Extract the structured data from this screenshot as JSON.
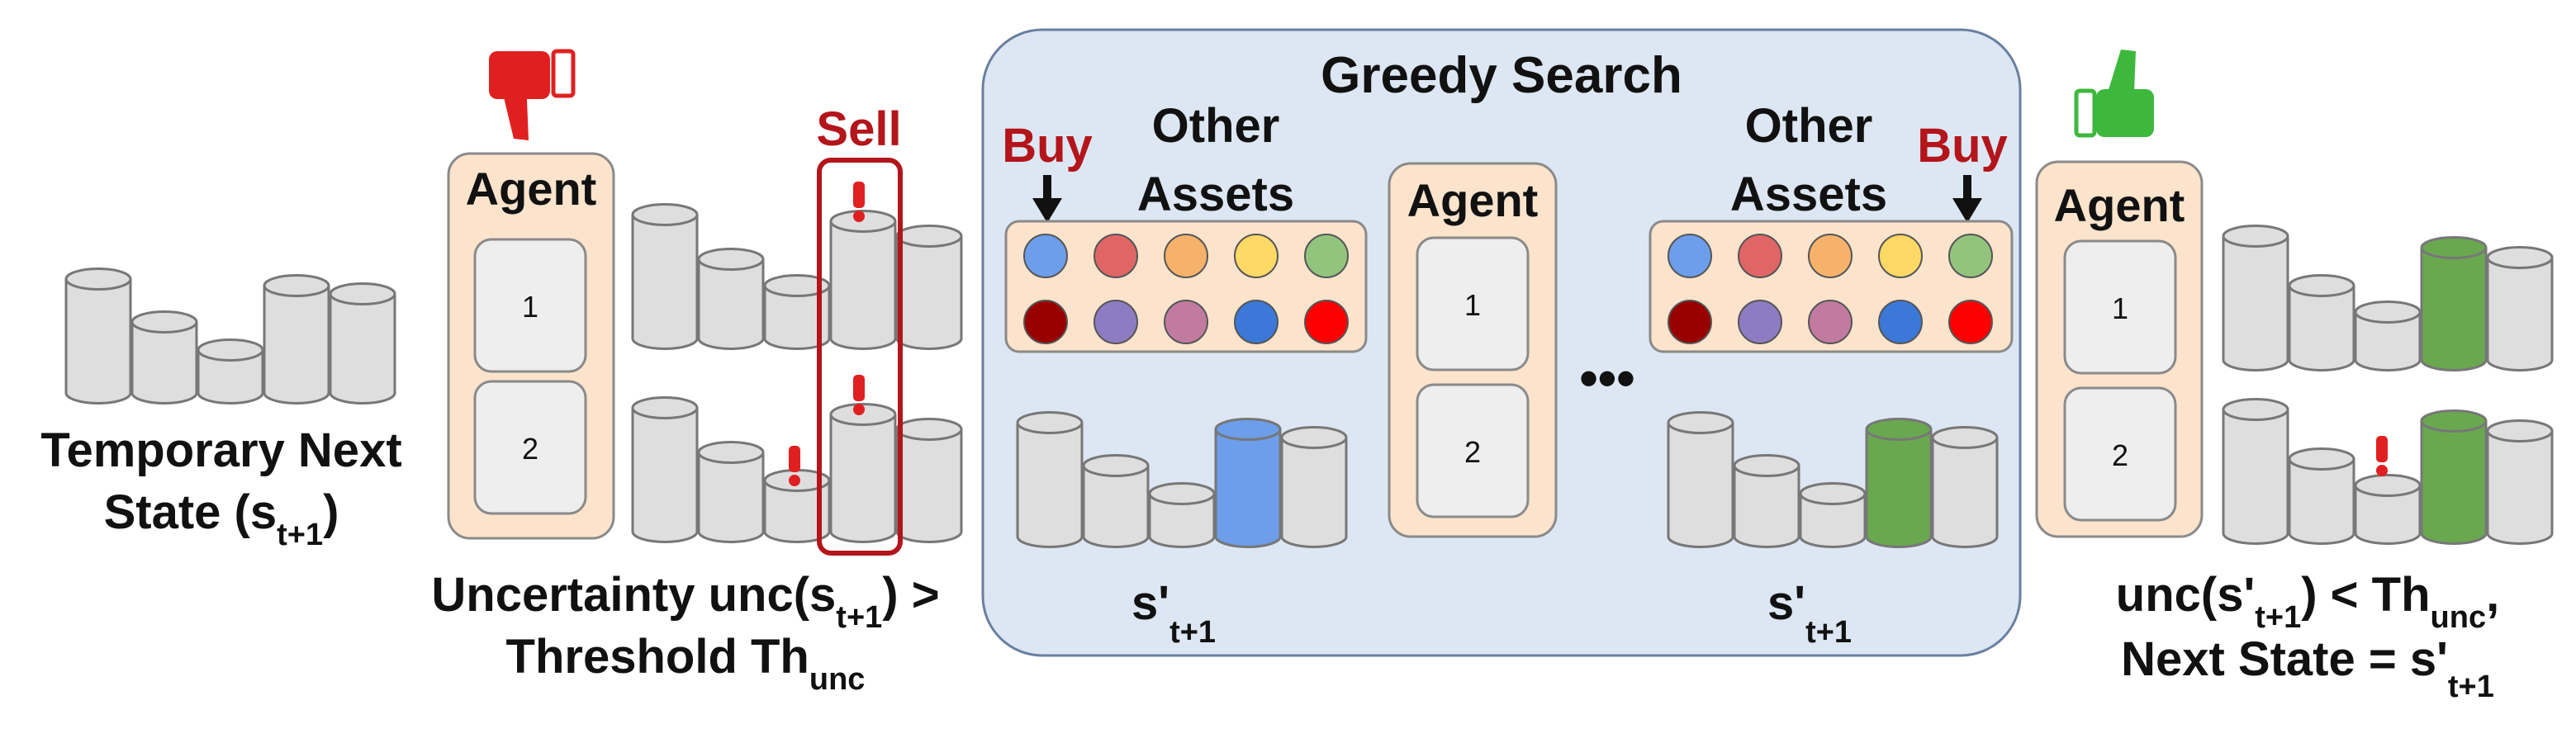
{
  "colors": {
    "background": "#ffffff",
    "panel_fill": "#dce7f3",
    "panel_stroke": "#6a7fa0",
    "agent_fill": "#fbe3cc",
    "agent_stroke": "#8a8a8a",
    "slot_fill": "#eeeeee",
    "cylinder_fill": "#dedede",
    "cylinder_stroke": "#777777",
    "highlight_blue": "#6d9eeb",
    "highlight_green": "#6aa84f",
    "sell_red": "#b3151b",
    "thumbs_down": "#e02020",
    "thumbs_up": "#3db83d"
  },
  "temporary_state": {
    "line1": "Temporary Next",
    "line2_prefix": "State (s",
    "line2_sub": "t+1",
    "line2_suffix": ")"
  },
  "agent_left": {
    "title": "Agent",
    "slot1": "1",
    "slot2": "2"
  },
  "agent_center": {
    "title": "Agent",
    "slot1": "1",
    "slot2": "2"
  },
  "agent_right": {
    "title": "Agent",
    "slot1": "1",
    "slot2": "2"
  },
  "sell_box": {
    "label": "Sell"
  },
  "uncertainty_caption": {
    "line1_prefix": "Uncertainty unc(s",
    "line1_sub": "t+1",
    "line1_suffix": ") >",
    "line2_prefix": "Threshold Th",
    "line2_sub": "unc"
  },
  "greedy_search": {
    "title": "Greedy Search",
    "left_buy": "Buy",
    "left_other_line1": "Other",
    "left_other_line2": "Assets",
    "right_buy": "Buy",
    "right_other_line1": "Other",
    "right_other_line2": "Assets",
    "left_state_prefix": "s'",
    "left_state_sub": "t+1",
    "right_state_prefix": "s'",
    "right_state_sub": "t+1",
    "ellipsis": "•••"
  },
  "asset_colors_row1": [
    "#6d9eeb",
    "#e06666",
    "#f6b26b",
    "#ffd966",
    "#93c47d"
  ],
  "asset_colors_row2": [
    "#990000",
    "#8e7cc3",
    "#c27ba0",
    "#3c78d8",
    "#ff0000"
  ],
  "result_caption": {
    "line1_prefix": "unc(s'",
    "line1_sub1": "t+1",
    "line1_mid": ") < Th",
    "line1_sub2": "unc",
    "line1_suffix": ",",
    "line2_prefix": "Next State = s'",
    "line2_sub": "t+1"
  },
  "icons": {
    "thumbs_down": "thumbs-down-icon",
    "thumbs_up": "thumbs-up-icon",
    "warning": "exclamation-icon",
    "arrow": "down-arrow-icon"
  }
}
